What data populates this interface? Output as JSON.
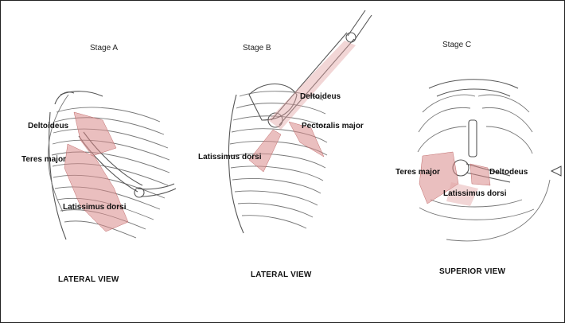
{
  "panels": [
    {
      "stage": "Stage A",
      "view": "LATERAL VIEW",
      "muscles": [
        "Deltoideus",
        "Teres major",
        "Latissimus dorsi"
      ]
    },
    {
      "stage": "Stage B",
      "view": "LATERAL VIEW",
      "muscles": [
        "Deltoideus",
        "Pectoralis major",
        "Latissimus dorsi"
      ]
    },
    {
      "stage": "Stage C",
      "view": "SUPERIOR VIEW",
      "muscles": [
        "Teres major",
        "Deltodeus",
        "Latissimus dorsi"
      ]
    }
  ],
  "colors": {
    "muscle_shading": "#d98a8a",
    "bone_outline": "#555555"
  },
  "icons": [
    "rotation-arrow-icon"
  ]
}
